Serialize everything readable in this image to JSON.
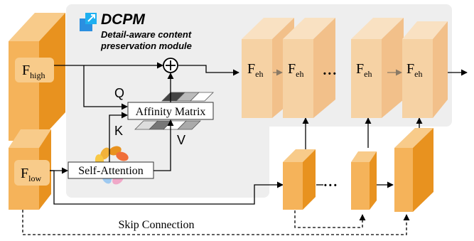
{
  "module": {
    "abbrev": "DCPM",
    "desc_line1": "Detail-aware content",
    "desc_line2": "preservation module"
  },
  "inputs": {
    "high_base": "F",
    "high_sub": "high",
    "low_base": "F",
    "low_sub": "low"
  },
  "blocks": {
    "self_attention": "Self-Attention",
    "affinity_matrix": "Affinity Matrix"
  },
  "qkv": {
    "q": "Q",
    "k": "K",
    "v": "V"
  },
  "feature": {
    "base": "F",
    "sub": "eh"
  },
  "ellipsis": "• • •",
  "skip_label": "Skip Connection",
  "colors": {
    "orange_front": "#F5B35A",
    "orange_side": "#E8921F",
    "orange_top": "#F8CB8A",
    "peach_front": "#F6D2A4",
    "peach_side": "#F2C08A",
    "peach_top": "#F9E1C2",
    "panel_gray": "#EEEEEE",
    "logo_blue": "#1E90FF"
  }
}
